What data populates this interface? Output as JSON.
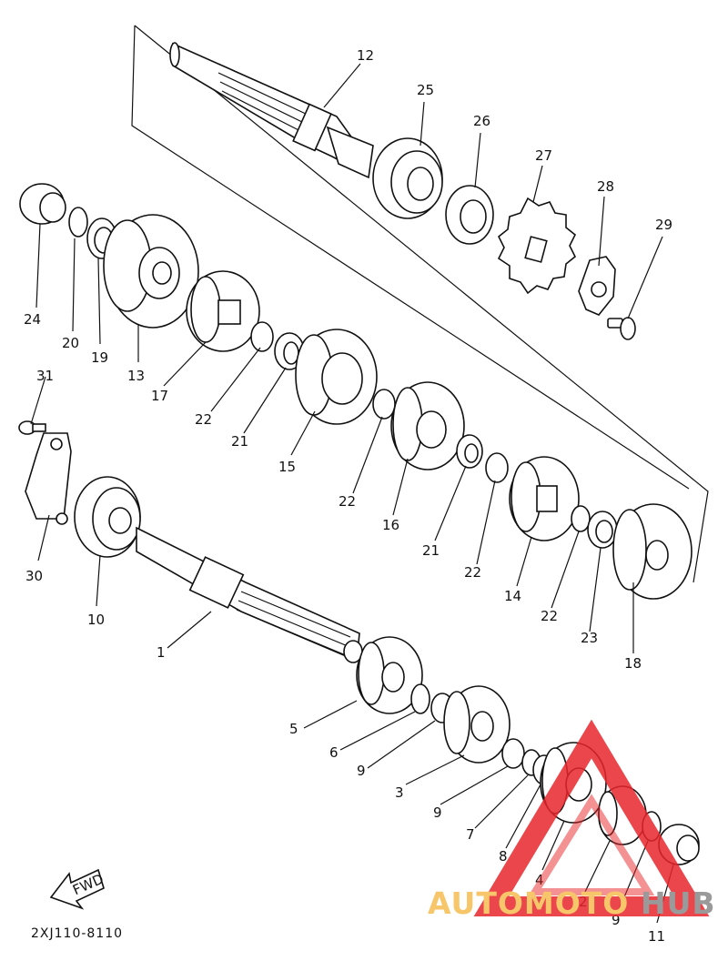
{
  "diagram": {
    "code": "2XJ110-8110",
    "fwd_label": "FWD",
    "part_numbers": {
      "p1": "1",
      "p2": "2",
      "p3": "3",
      "p4": "4",
      "p5": "5",
      "p6": "6",
      "p7": "7",
      "p8": "8",
      "p9a": "9",
      "p9b": "9",
      "p9c": "9",
      "p10": "10",
      "p11": "11",
      "p12": "12",
      "p13": "13",
      "p14": "14",
      "p15": "15",
      "p16": "16",
      "p17": "17",
      "p18": "18",
      "p19": "19",
      "p20": "20",
      "p21a": "21",
      "p21b": "21",
      "p22a": "22",
      "p22b": "22",
      "p22c": "22",
      "p22d": "22",
      "p23": "23",
      "p24": "24",
      "p25": "25",
      "p26": "26",
      "p27": "27",
      "p28": "28",
      "p29": "29",
      "p30": "30",
      "p31": "31"
    }
  },
  "watermark": {
    "part1": "AUTOMOTO",
    "part2": "HUB",
    "colors": {
      "triangle": "#e8262c",
      "text1": "#f7c66a",
      "text2": "#9a9a9a"
    }
  }
}
